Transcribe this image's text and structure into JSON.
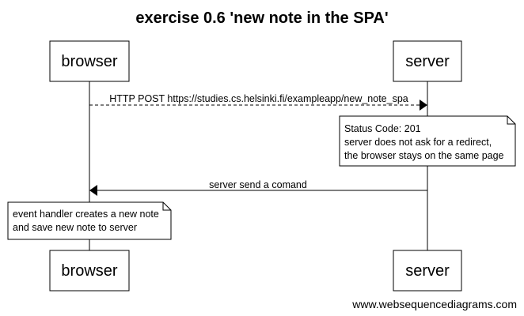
{
  "title": "exercise 0.6 'new note in the SPA'",
  "participants": {
    "browser": "browser",
    "server": "server"
  },
  "messages": [
    {
      "from": "browser",
      "to": "server",
      "style": "dashed",
      "label": "HTTP POST https://studies.cs.helsinki.fi/exampleapp/new_note_spa"
    },
    {
      "from": "server",
      "to": "browser",
      "style": "solid",
      "label": "server send a comand"
    }
  ],
  "notes": [
    {
      "over": "server",
      "lines": [
        "Status Code: 201",
        "server does not ask for a redirect,",
        "the browser stays on the same page"
      ]
    },
    {
      "over": "browser",
      "lines": [
        "event handler creates a new note",
        "and save new note to server"
      ]
    }
  ],
  "credit": "www.websequencediagrams.com"
}
